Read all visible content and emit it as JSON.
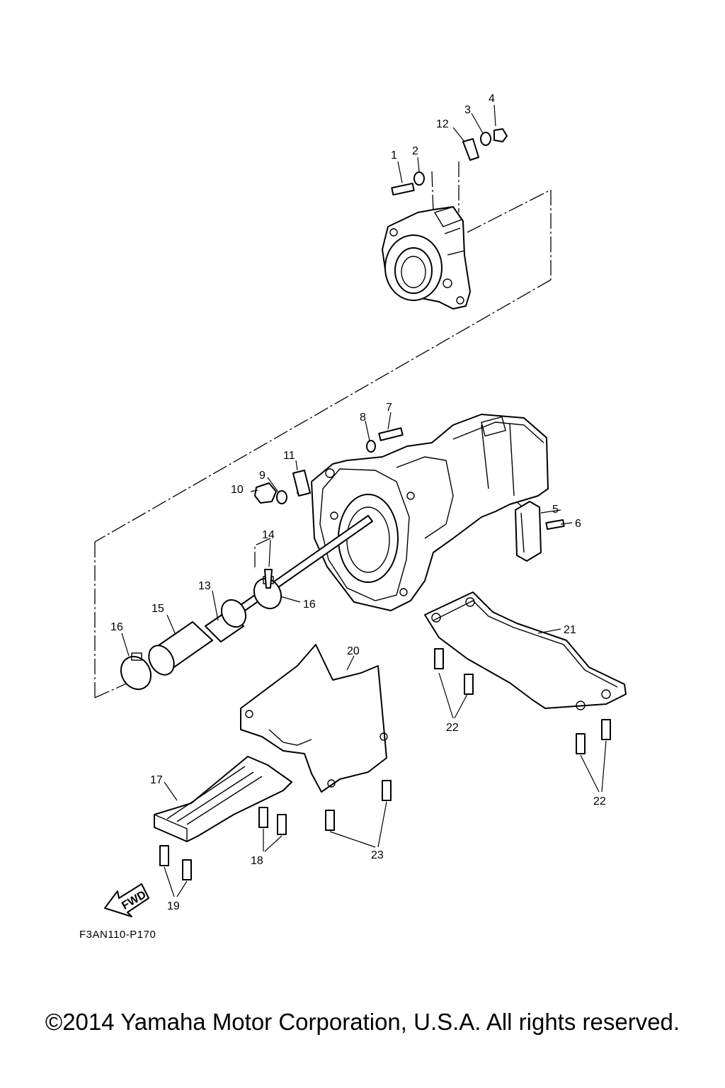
{
  "callouts": [
    {
      "id": "1",
      "text": "1"
    },
    {
      "id": "2",
      "text": "2"
    },
    {
      "id": "3",
      "text": "3"
    },
    {
      "id": "4",
      "text": "4"
    },
    {
      "id": "5",
      "text": "5"
    },
    {
      "id": "6",
      "text": "6"
    },
    {
      "id": "7",
      "text": "7"
    },
    {
      "id": "8",
      "text": "8"
    },
    {
      "id": "9",
      "text": "9"
    },
    {
      "id": "10",
      "text": "10"
    },
    {
      "id": "11",
      "text": "11"
    },
    {
      "id": "12",
      "text": "12"
    },
    {
      "id": "13",
      "text": "13"
    },
    {
      "id": "14",
      "text": "14"
    },
    {
      "id": "15",
      "text": "15"
    },
    {
      "id": "16a",
      "text": "16"
    },
    {
      "id": "16b",
      "text": "16"
    },
    {
      "id": "17",
      "text": "17"
    },
    {
      "id": "18",
      "text": "18"
    },
    {
      "id": "19",
      "text": "19"
    },
    {
      "id": "20",
      "text": "20"
    },
    {
      "id": "21",
      "text": "21"
    },
    {
      "id": "22a",
      "text": "22"
    },
    {
      "id": "22b",
      "text": "22"
    },
    {
      "id": "23",
      "text": "23"
    }
  ],
  "fwd_label": "FWD",
  "diagram_code": "F3AN110-P170",
  "copyright": "©2014 Yamaha Motor Corporation, U.S.A. All rights reserved."
}
